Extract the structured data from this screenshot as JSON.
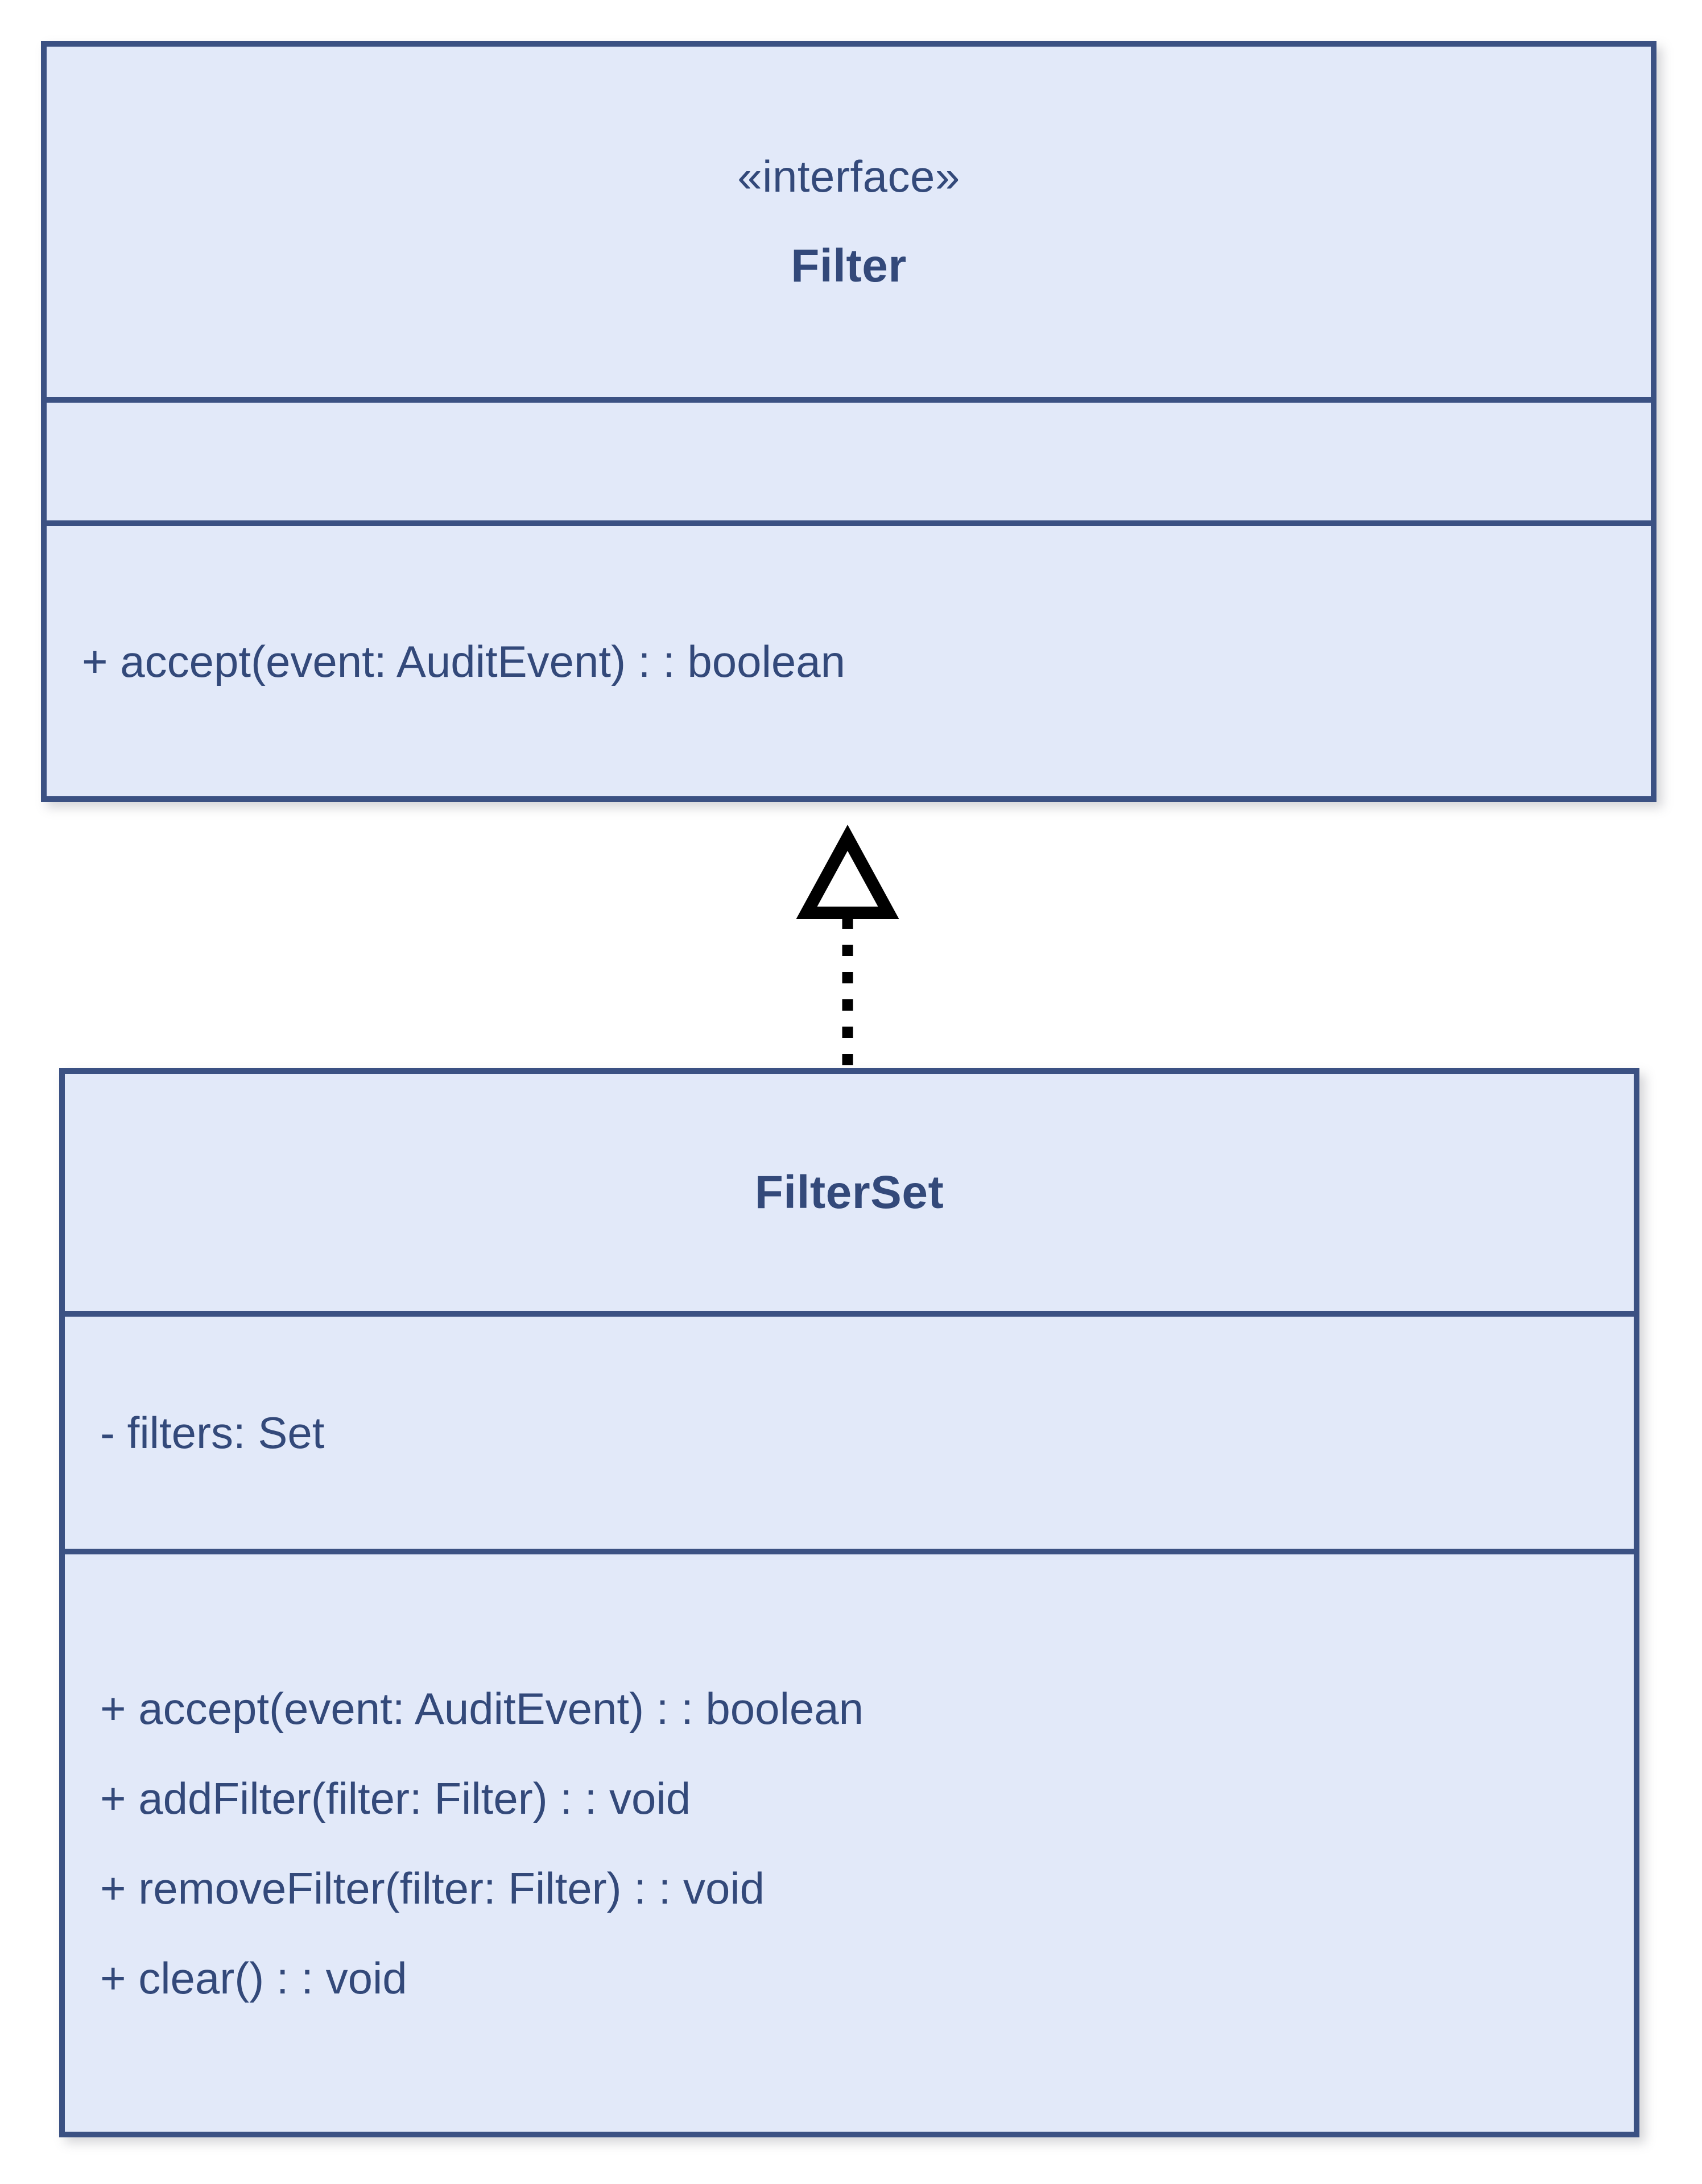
{
  "diagram": {
    "type": "uml-class-diagram",
    "background_color": "#ffffff",
    "box_fill_color": "#e2e9f9",
    "box_border_color": "#3b5183",
    "text_color": "#33497a",
    "connector_color": "#000000"
  },
  "classes": [
    {
      "id": "filter",
      "stereotype": "«interface»",
      "name": "Filter",
      "attributes": [],
      "methods": [
        "+ accept(event: AuditEvent) : : boolean"
      ]
    },
    {
      "id": "filterset",
      "stereotype": "",
      "name": "FilterSet",
      "attributes": [
        "- filters: Set"
      ],
      "methods": [
        "+ accept(event: AuditEvent) : : boolean",
        "+ addFilter(filter: Filter) : : void",
        "+ removeFilter(filter: Filter) : : void",
        "+ clear() : : void"
      ]
    }
  ],
  "relationships": [
    {
      "kind": "realization",
      "source": "FilterSet",
      "target": "Filter",
      "line_style": "dashed",
      "arrow_head": "hollow-triangle",
      "color": "#000000"
    }
  ]
}
